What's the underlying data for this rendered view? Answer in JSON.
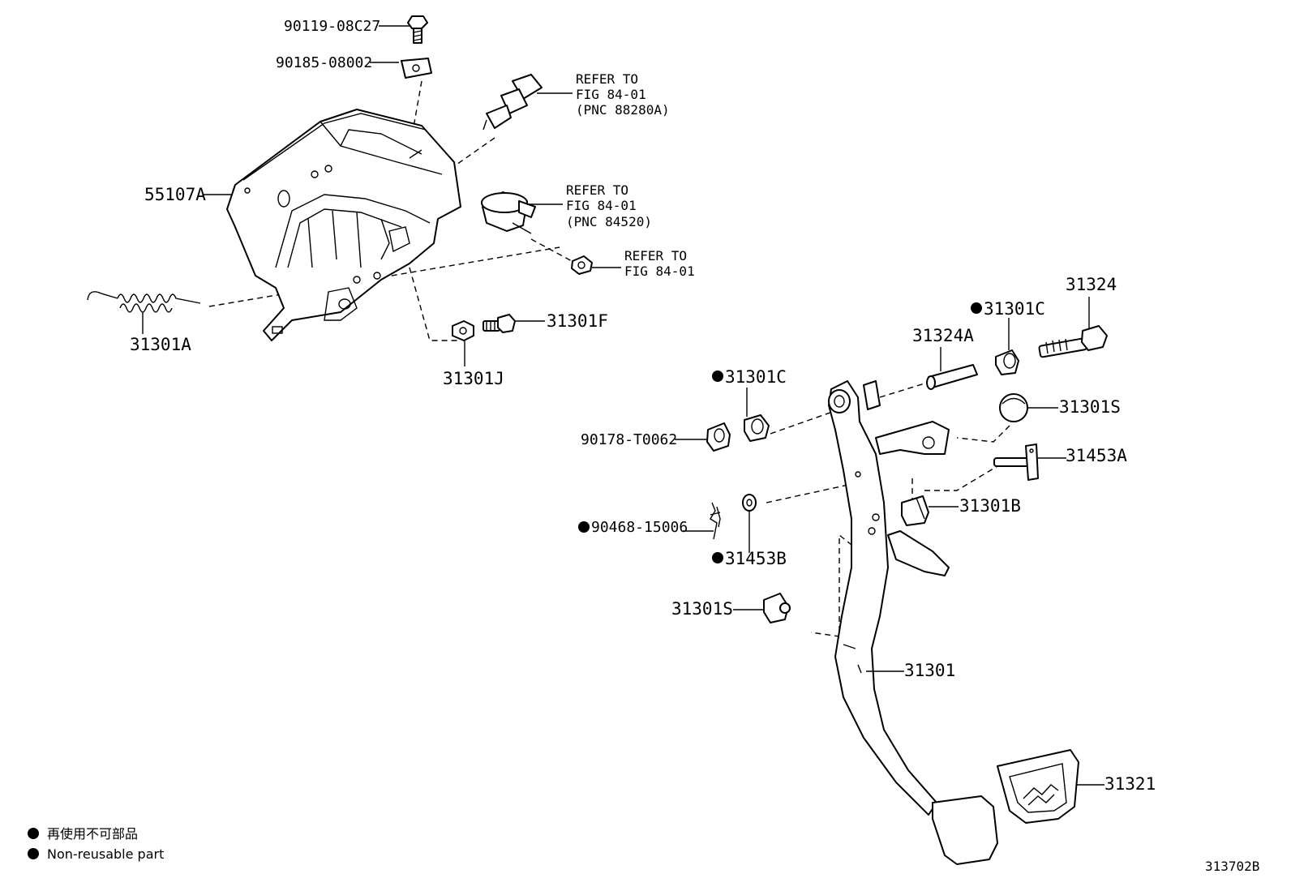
{
  "labels": {
    "p_90119": "90119-08C27",
    "p_90185": "90185-08002",
    "p_55107A": "55107A",
    "p_31301A": "31301A",
    "p_31301F": "31301F",
    "p_31301J": "31301J",
    "p_31324": "31324",
    "p_31324A": "31324A",
    "p_31301C_top": "31301C",
    "p_31301C_mid": "31301C",
    "p_31301S_right": "31301S",
    "p_31453A": "31453A",
    "p_31301B": "31301B",
    "p_90178": "90178-T0062",
    "p_90468": "90468-15006",
    "p_31453B": "31453B",
    "p_31301S_left": "31301S",
    "p_31301": "31301",
    "p_31321": "31321"
  },
  "refer_notes": {
    "a": {
      "line1": "REFER TO",
      "line2": "FIG 84-01",
      "line3": "(PNC 88280A)"
    },
    "b": {
      "line1": "REFER TO",
      "line2": "FIG 84-01",
      "line3": "(PNC 84520)"
    },
    "c": {
      "line1": "REFER TO",
      "line2": "FIG 84-01"
    }
  },
  "legend": {
    "line1": "再使用不可部品",
    "line2": "Non-reusable part"
  },
  "figure_id": "313702B"
}
